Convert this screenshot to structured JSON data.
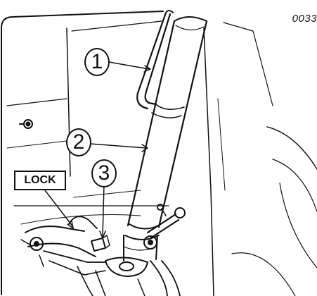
{
  "figure": {
    "code": "0033",
    "callouts": [
      "1",
      "2",
      "3"
    ],
    "lock_label": "LOCK"
  }
}
